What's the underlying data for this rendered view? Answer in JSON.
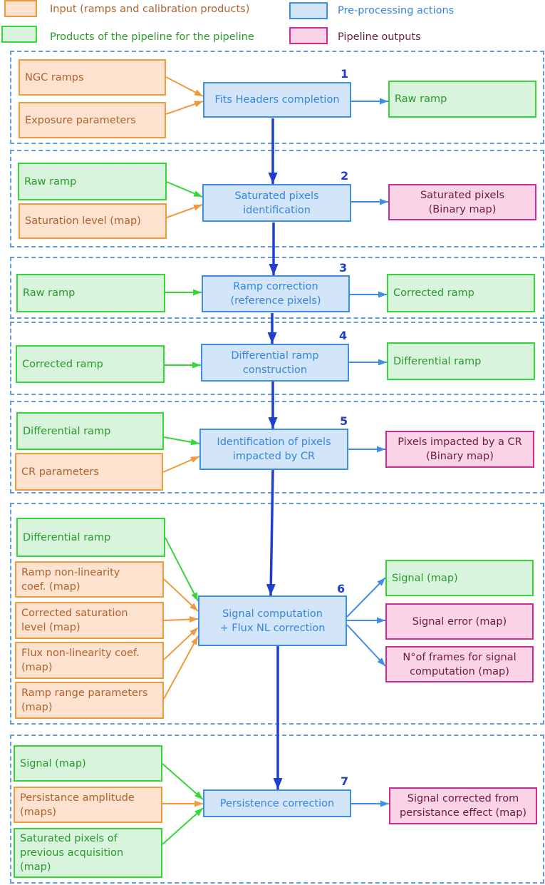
{
  "legend": {
    "input": "Input (ramps and calibration products)",
    "preprocessing": "Pre-processing actions",
    "products": "Products of the pipeline for the pipeline",
    "outputs": "Pipeline outputs"
  },
  "steps": [
    {
      "number": "1",
      "action": [
        "Fits Headers completion"
      ],
      "inputs": [
        {
          "kind": "input",
          "lines": [
            "NGC ramps"
          ]
        },
        {
          "kind": "input",
          "lines": [
            "Exposure parameters"
          ]
        }
      ],
      "outputs": [
        {
          "kind": "product",
          "lines": [
            "Raw ramp"
          ]
        }
      ]
    },
    {
      "number": "2",
      "action": [
        "Saturated pixels",
        "identification"
      ],
      "inputs": [
        {
          "kind": "product",
          "lines": [
            "Raw ramp"
          ]
        },
        {
          "kind": "input",
          "lines": [
            "Saturation level (map)"
          ]
        }
      ],
      "outputs": [
        {
          "kind": "output",
          "lines": [
            "Saturated pixels",
            "(Binary map)"
          ]
        }
      ]
    },
    {
      "number": "3",
      "action": [
        "Ramp correction",
        "(reference pixels)"
      ],
      "inputs": [
        {
          "kind": "product",
          "lines": [
            "Raw ramp"
          ]
        }
      ],
      "outputs": [
        {
          "kind": "product",
          "lines": [
            "Corrected ramp"
          ]
        }
      ]
    },
    {
      "number": "4",
      "action": [
        "Differential ramp",
        "construction"
      ],
      "inputs": [
        {
          "kind": "product",
          "lines": [
            "Corrected ramp"
          ]
        }
      ],
      "outputs": [
        {
          "kind": "product",
          "lines": [
            "Differential ramp"
          ]
        }
      ]
    },
    {
      "number": "5",
      "action": [
        "Identification of pixels",
        "impacted by CR"
      ],
      "inputs": [
        {
          "kind": "product",
          "lines": [
            "Differential ramp"
          ]
        },
        {
          "kind": "input",
          "lines": [
            "CR parameters"
          ]
        }
      ],
      "outputs": [
        {
          "kind": "output",
          "lines": [
            "Pixels impacted by a CR",
            "(Binary map)"
          ]
        }
      ]
    },
    {
      "number": "6",
      "action": [
        "Signal computation",
        "+ Flux NL correction"
      ],
      "inputs": [
        {
          "kind": "product",
          "lines": [
            "Differential ramp"
          ]
        },
        {
          "kind": "input",
          "lines": [
            "Ramp non-linearity",
            "coef. (map)"
          ]
        },
        {
          "kind": "input",
          "lines": [
            "Corrected saturation",
            "level (map)"
          ]
        },
        {
          "kind": "input",
          "lines": [
            "Flux non-linearity coef.",
            "(map)"
          ]
        },
        {
          "kind": "input",
          "lines": [
            "Ramp range parameters",
            "(map)"
          ]
        }
      ],
      "outputs": [
        {
          "kind": "product",
          "lines": [
            "Signal (map)"
          ]
        },
        {
          "kind": "output",
          "lines": [
            "Signal error (map)"
          ]
        },
        {
          "kind": "output",
          "lines": [
            "N°of frames for signal",
            "computation (map)"
          ]
        }
      ]
    },
    {
      "number": "7",
      "action": [
        "Persistence correction"
      ],
      "inputs": [
        {
          "kind": "product",
          "lines": [
            "Signal (map)"
          ]
        },
        {
          "kind": "input",
          "lines": [
            "Persistance amplitude",
            "(maps)"
          ]
        },
        {
          "kind": "product",
          "lines": [
            "Saturated pixels of",
            "previous acquisition",
            "(map)"
          ]
        }
      ],
      "outputs": [
        {
          "kind": "output",
          "lines": [
            "Signal corrected from",
            "persistance effect (map)"
          ]
        }
      ]
    }
  ],
  "colors": {
    "input_fill": "#fde2cf",
    "input_border": "#ef9a3c",
    "input_text": "#b0622c",
    "product_fill": "#d8f4dd",
    "product_border": "#35d635",
    "product_text": "#2a9a2a",
    "action_fill": "#d3e5f8",
    "action_border": "#3d8ee6",
    "action_text": "#3784e0",
    "output_fill": "#fbd3e6",
    "output_border": "#cc2d93",
    "output_text": "#6a1c3a",
    "flow_arrow": "#1f3fcf",
    "section_border": "#5a9de0"
  }
}
